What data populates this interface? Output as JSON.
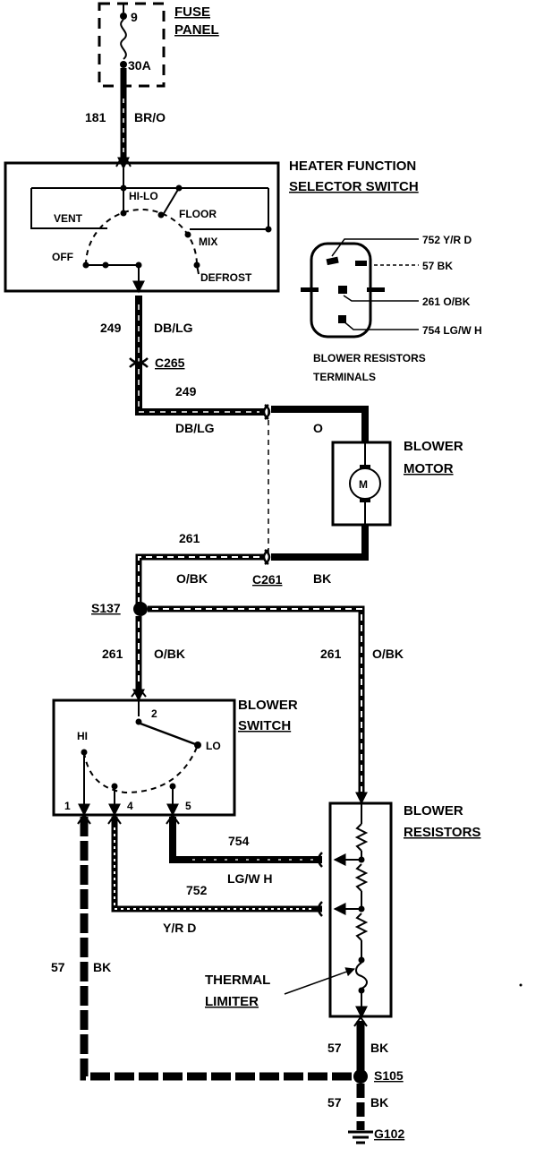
{
  "fuse_panel": {
    "title_line1": "FUSE",
    "title_line2": "PANEL",
    "fuse_number": "9",
    "fuse_rating": "30A"
  },
  "circuits": {
    "c181": {
      "number": "181",
      "color": "BR/O"
    },
    "c249_top": {
      "number": "249",
      "color": "DB/LG"
    },
    "c249_mid": {
      "number": "249",
      "color": "DB/LG"
    },
    "motor_feed": {
      "color": "O"
    },
    "c261_top": {
      "number": "261",
      "color": "O/BK"
    },
    "motor_ground": {
      "color": "BK"
    },
    "c261_left": {
      "number": "261",
      "color": "O/BK"
    },
    "c261_right": {
      "number": "261",
      "color": "O/BK"
    },
    "c754": {
      "number": "754",
      "color": "LG/W H"
    },
    "c752": {
      "number": "752",
      "color": "Y/R D"
    },
    "c57_left": {
      "number": "57",
      "color": "BK"
    },
    "c57_res": {
      "number": "57",
      "color": "BK"
    },
    "c57_gnd": {
      "number": "57",
      "color": "BK"
    }
  },
  "connectors": {
    "c265": "C265",
    "c261": "C261",
    "s137": "S137",
    "s105": "S105",
    "g102": "G102"
  },
  "heater_selector": {
    "title_line1": "HEATER FUNCTION",
    "title_line2": "SELECTOR SWITCH",
    "positions": {
      "hilo": "HI-LO",
      "vent": "VENT",
      "floor": "FLOOR",
      "mix": "MIX",
      "off": "OFF",
      "defrost": "DEFROST"
    }
  },
  "resistor_terminals": {
    "labels": {
      "t752": "752 Y/R D",
      "t57": "57 BK",
      "t261": "261 O/BK",
      "t754": "754 LG/W H"
    },
    "caption_line1": "BLOWER RESISTORS",
    "caption_line2": "TERMINALS"
  },
  "blower_motor": {
    "title_line1": "BLOWER",
    "title_line2": "MOTOR",
    "symbol": "M"
  },
  "blower_switch": {
    "title_line1": "BLOWER",
    "title_line2": "SWITCH",
    "pin_2": "2",
    "hi": "HI",
    "lo": "LO",
    "pin_1": "1",
    "pin_4": "4",
    "pin_5": "5"
  },
  "blower_resistors": {
    "title_line1": "BLOWER",
    "title_line2": "RESISTORS"
  },
  "thermal_limiter": {
    "line1": "THERMAL",
    "line2": "LIMITER"
  }
}
